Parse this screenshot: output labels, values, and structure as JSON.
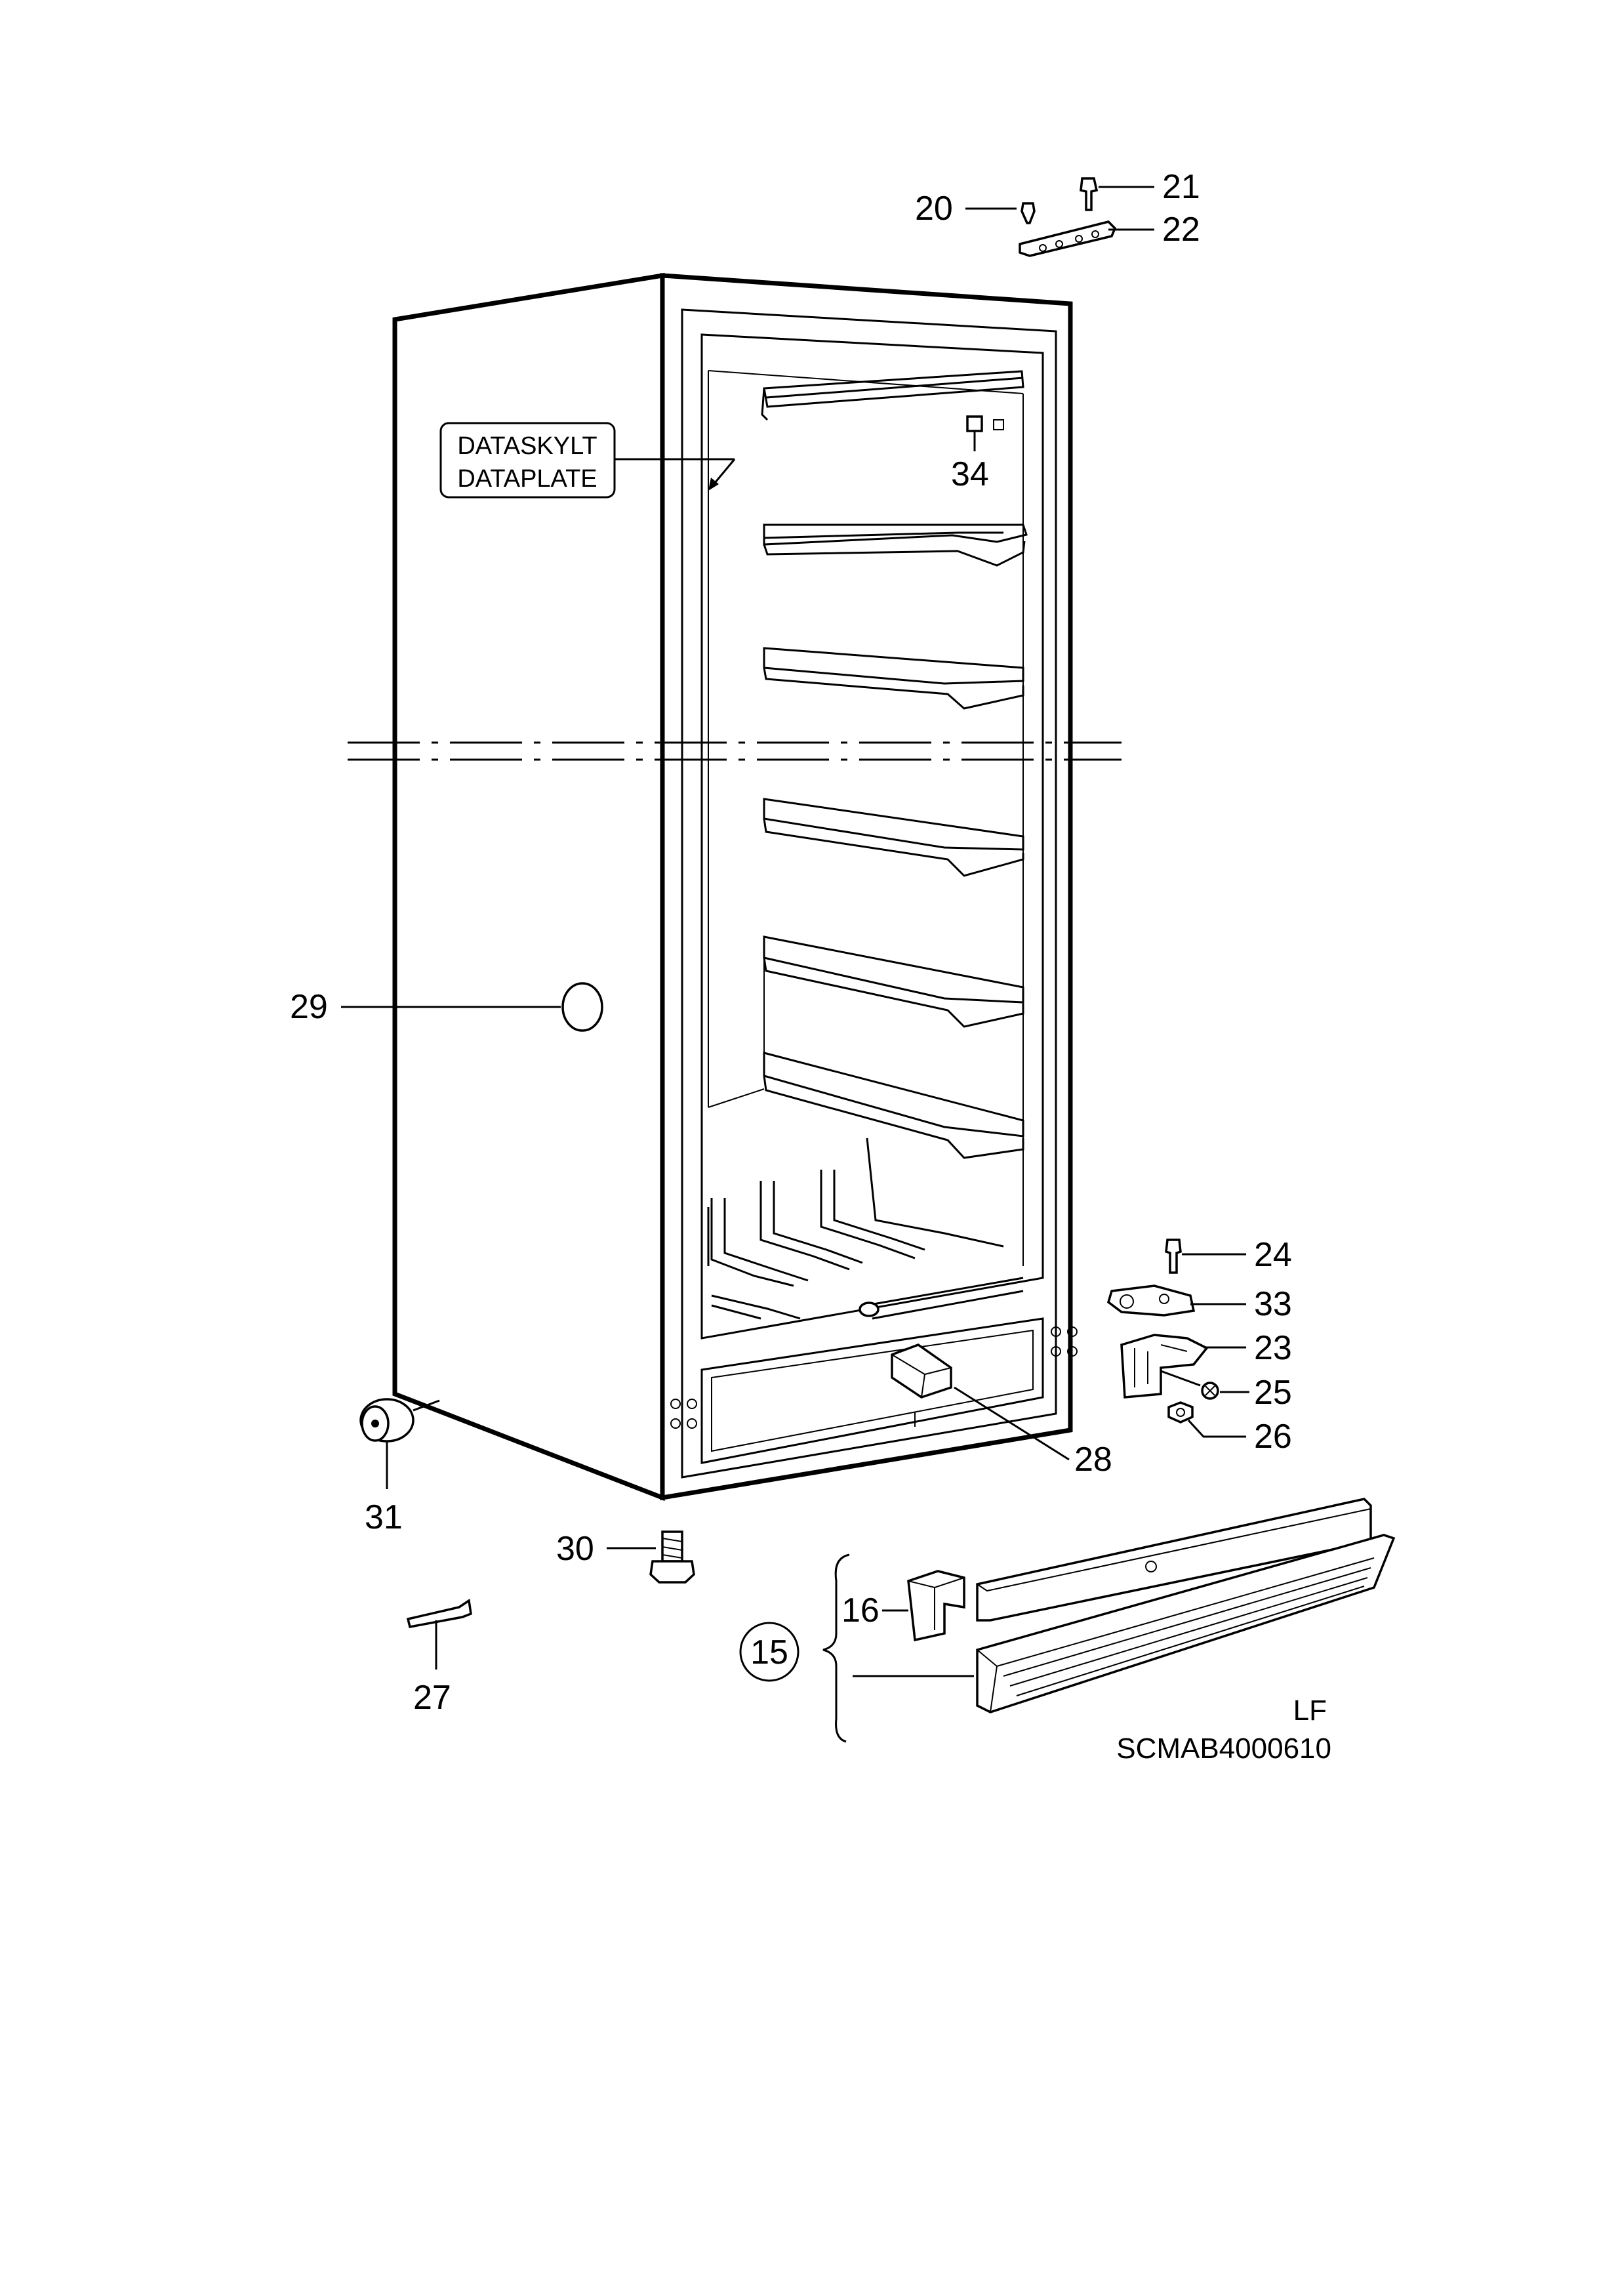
{
  "plate": {
    "line1": "DATASKYLT",
    "line2": "DATAPLATE"
  },
  "callouts": {
    "c15": "15",
    "c16": "16",
    "c20": "20",
    "c21": "21",
    "c22": "22",
    "c23": "23",
    "c24": "24",
    "c25": "25",
    "c26": "26",
    "c27": "27",
    "c28": "28",
    "c29": "29",
    "c30": "30",
    "c31": "31",
    "c33": "33",
    "c34": "34"
  },
  "footer": {
    "lf": "LF",
    "code": "SCMAB4000610"
  }
}
